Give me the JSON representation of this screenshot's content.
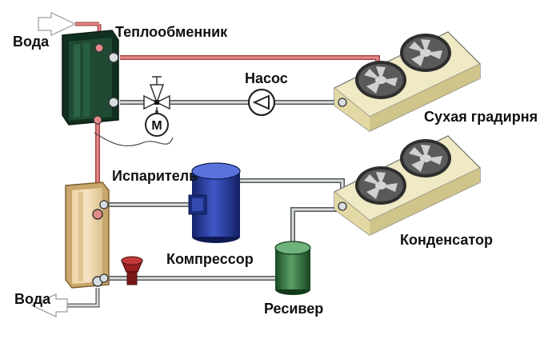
{
  "labels": {
    "water_in": "Вода",
    "water_out": "Вода",
    "heat_exchanger": "Теплообменник",
    "pump": "Насос",
    "dry_cooler": "Сухая градирня",
    "evaporator": "Испаритель",
    "compressor": "Компрессор",
    "condenser": "Конденсатор",
    "receiver": "Ресивер",
    "motor_letter": "M"
  },
  "colors": {
    "hot_pipe": "#e58a8a",
    "cold_pipe": "#b9c2c6",
    "heat_exchanger": "#1f4b34",
    "compressor": "#2a3f9b",
    "receiver": "#2e6b3a",
    "cooler_body": "#efe9c4",
    "fan": "#4a4a4a",
    "expansion_valve": "#9c1f1f"
  }
}
